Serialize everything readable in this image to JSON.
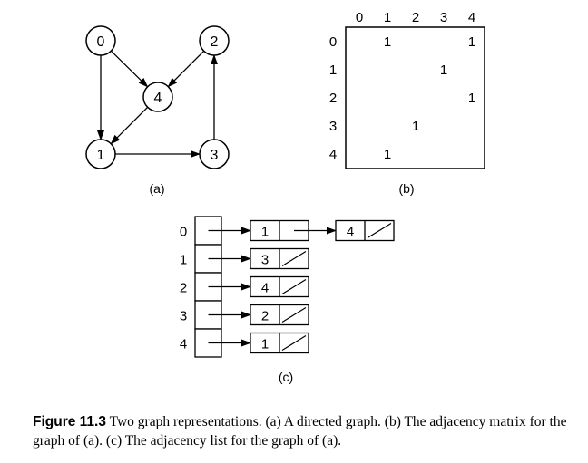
{
  "graph": {
    "nodes": [
      {
        "id": "0",
        "label": "0"
      },
      {
        "id": "1",
        "label": "1"
      },
      {
        "id": "2",
        "label": "2"
      },
      {
        "id": "3",
        "label": "3"
      },
      {
        "id": "4",
        "label": "4"
      }
    ],
    "edges": [
      {
        "from": "0",
        "to": "4"
      },
      {
        "from": "0",
        "to": "1"
      },
      {
        "from": "2",
        "to": "4"
      },
      {
        "from": "4",
        "to": "1"
      },
      {
        "from": "1",
        "to": "3"
      },
      {
        "from": "3",
        "to": "2"
      }
    ],
    "sublabel": "(a)"
  },
  "matrix": {
    "col_headers": [
      "0",
      "1",
      "2",
      "3",
      "4"
    ],
    "row_headers": [
      "0",
      "1",
      "2",
      "3",
      "4"
    ],
    "entries": [
      {
        "row": 0,
        "col": 1,
        "value": "1"
      },
      {
        "row": 0,
        "col": 4,
        "value": "1"
      },
      {
        "row": 1,
        "col": 3,
        "value": "1"
      },
      {
        "row": 2,
        "col": 4,
        "value": "1"
      },
      {
        "row": 3,
        "col": 2,
        "value": "1"
      },
      {
        "row": 4,
        "col": 1,
        "value": "1"
      }
    ],
    "sublabel": "(b)"
  },
  "adjlist": {
    "rows": [
      {
        "index": "0",
        "list": [
          "1",
          "4"
        ]
      },
      {
        "index": "1",
        "list": [
          "3"
        ]
      },
      {
        "index": "2",
        "list": [
          "4"
        ]
      },
      {
        "index": "3",
        "list": [
          "2"
        ]
      },
      {
        "index": "4",
        "list": [
          "1"
        ]
      }
    ],
    "sublabel": "(c)"
  },
  "caption": {
    "label": "Figure 11.3",
    "text": " Two graph representations. (a) A directed graph. (b) The adjacency matrix for the graph of (a). (c) The adjacency list for the graph of (a)."
  }
}
